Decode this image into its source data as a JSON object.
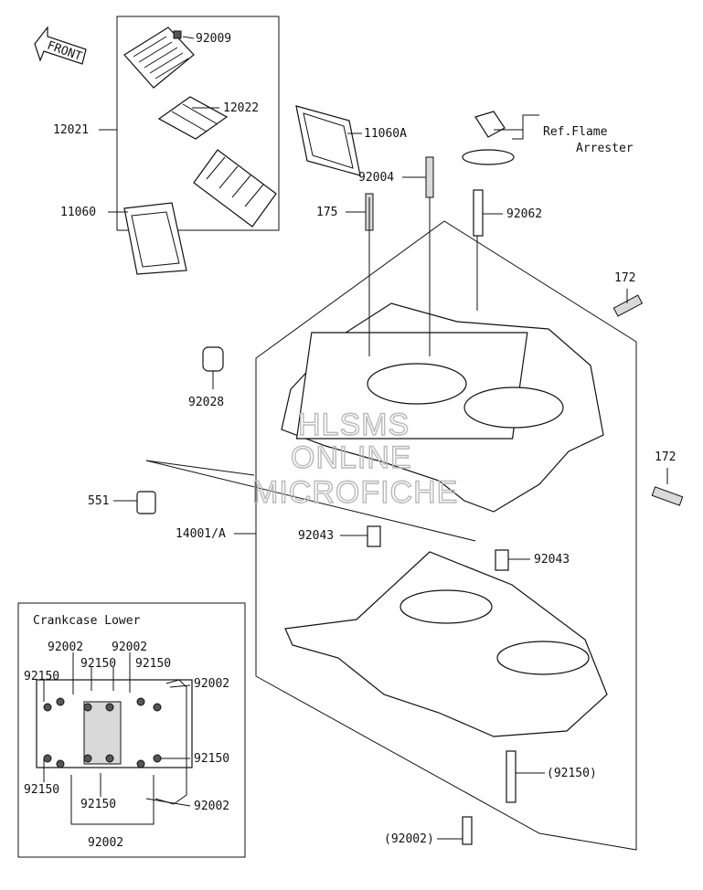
{
  "front_label": "FRONT",
  "watermark": [
    "HLSMS",
    "ONLINE",
    "MICROFICHE"
  ],
  "inset_title": "Crankcase Lower",
  "ref_label": [
    "Ref.Flame",
    "Arrester"
  ],
  "callouts": {
    "c92009": "92009",
    "c12022": "12022",
    "c12021": "12021",
    "c11060A": "11060A",
    "c11060": "11060",
    "c92004": "92004",
    "c175": "175",
    "c92062": "92062",
    "c172a": "172",
    "c172b": "172",
    "c92028": "92028",
    "c551": "551",
    "c14001": "14001/A",
    "c92043a": "92043",
    "c92043b": "92043",
    "c92150r": "(92150)",
    "c92002r": "(92002)",
    "i92002a": "92002",
    "i92002b": "92002",
    "i92150a": "92150",
    "i92150b": "92150",
    "i92150c": "92150",
    "i92002c": "92002",
    "i92150d": "92150",
    "i92150e": "92150",
    "i92150f": "92150",
    "i92002d": "92002",
    "i92002e": "92002"
  },
  "colors": {
    "line": "#111111",
    "watermark": "#b9b9b9",
    "shade": "#d9d9d9"
  }
}
